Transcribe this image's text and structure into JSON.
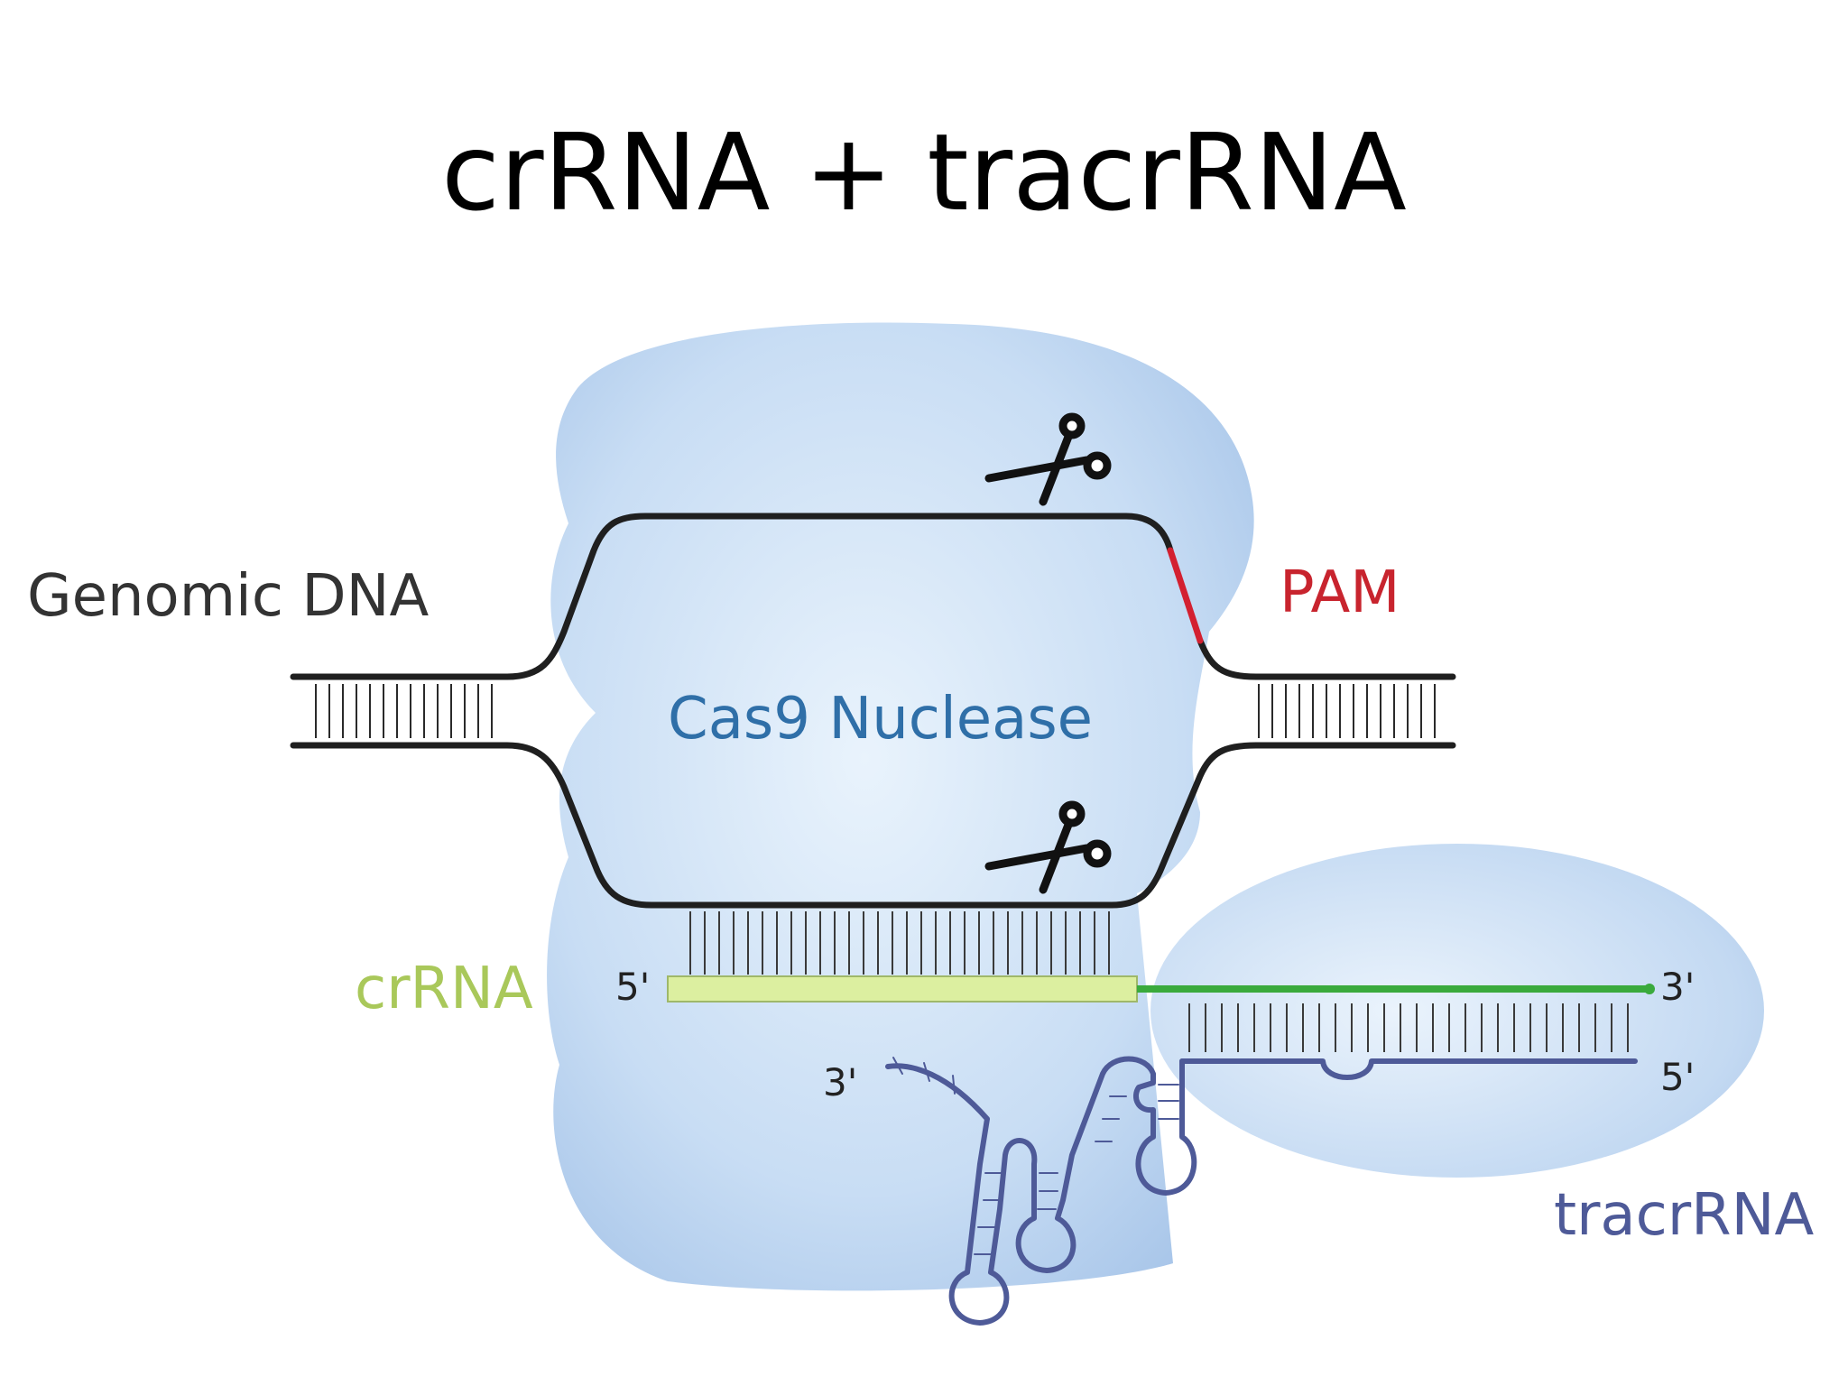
{
  "title": "crRNA + tracrRNA",
  "labels": {
    "genomic_dna": "Genomic DNA",
    "pam": "PAM",
    "cas9": "Cas9 Nuclease",
    "crrna": "crRNA",
    "tracrrna": "tracrRNA"
  },
  "ends": {
    "crrna_5": "5'",
    "crrna_3": "3'",
    "tracr_5": "5'",
    "tracr_3": "3'"
  },
  "colors": {
    "dna_strand": "#1f1f1f",
    "pam": "#d32030",
    "pam_label": "#c8242e",
    "cas9_label": "#2f6fa8",
    "cas9_fill": "#b7d1ee",
    "crrna_guide_fill": "#dcefa0",
    "crrna_label": "#a9c85a",
    "crrna_strand": "#3aaa3c",
    "tracrrna": "#4e5a98",
    "genomic_label": "#333333"
  },
  "icons": [
    "scissors-icon",
    "scissors-icon"
  ]
}
